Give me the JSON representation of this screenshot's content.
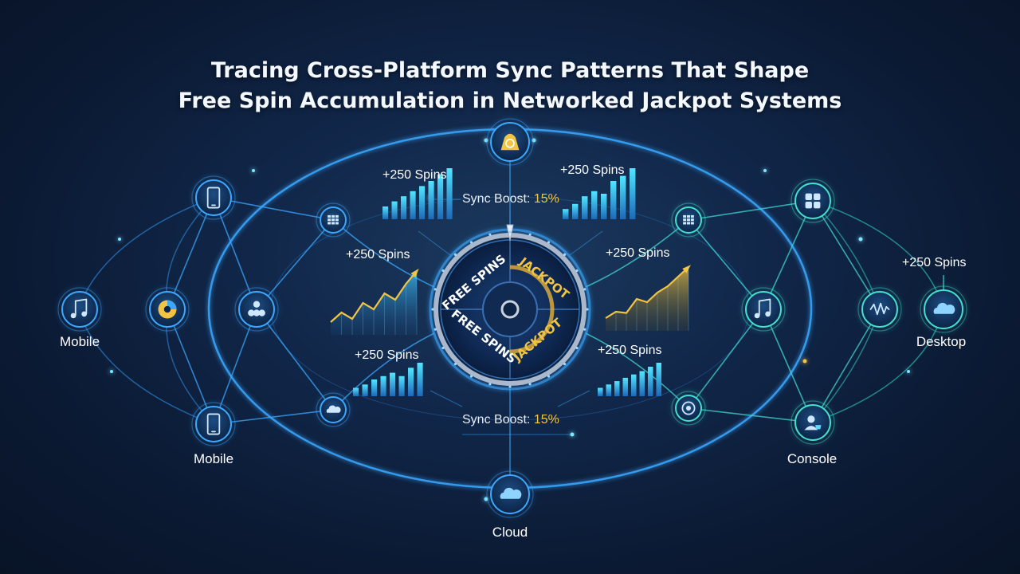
{
  "title": {
    "line1": "Tracing Cross-Platform Sync Patterns That Shape",
    "line2": "Free Spin Accumulation in Networked Jackpot Systems"
  },
  "colors": {
    "line_blue": "#3aa8ff",
    "glow_cyan": "#3fe0ff",
    "accent_gold": "#f2c443",
    "accent_teal": "#4ff0c0",
    "node_fill": "#12355e"
  },
  "nodes": {
    "left_mobile_top": {
      "icon": "smartphone-icon"
    },
    "left_mobile_mid": {
      "icon": "music-note-icon",
      "label": "Mobile"
    },
    "left_pie": {
      "icon": "pie-chart-icon"
    },
    "left_cluster": {
      "icon": "cluster-icon"
    },
    "left_mobile_bottom": {
      "icon": "smartphone-icon",
      "label": "Mobile"
    },
    "left_grid": {
      "icon": "grid-icon"
    },
    "left_cloud": {
      "icon": "cloud-icon"
    },
    "top_bell": {
      "icon": "bell-icon"
    },
    "bottom_cloud": {
      "icon": "cloud-icon",
      "label": "Cloud"
    },
    "right_grid_top": {
      "icon": "grid-icon"
    },
    "right_apps": {
      "icon": "apps-icon"
    },
    "right_music": {
      "icon": "music-note-icon"
    },
    "right_wave": {
      "icon": "waveform-icon"
    },
    "right_desktop": {
      "icon": "cloud-icon",
      "label": "Desktop"
    },
    "right_chrome": {
      "icon": "chrome-icon"
    },
    "right_console": {
      "icon": "user-icon",
      "label": "Console"
    }
  },
  "wheel": {
    "segments": [
      "FREE SPINS",
      "JACKPOT",
      "FREE SPINS",
      "JACKPOT"
    ]
  },
  "annotations": {
    "spins_top_left": "+250 Spins",
    "spins_top_right": "+250 Spins",
    "spins_mid_left": "+250 Spins",
    "spins_mid_right": "+250 Spins",
    "spins_low_left": "+250 Spins",
    "spins_low_right": "+250 Spins",
    "spins_desktop": "+250 Spins",
    "boost_top_label": "Sync Boost: ",
    "boost_top_value": "15%",
    "boost_bottom_label": "Sync Boost: ",
    "boost_bottom_value": "15%"
  },
  "mini_bars": {
    "top_left": [
      0.25,
      0.35,
      0.45,
      0.55,
      0.65,
      0.75,
      0.88,
      1.0
    ],
    "top_right": [
      0.2,
      0.3,
      0.45,
      0.55,
      0.5,
      0.75,
      0.85,
      1.0
    ],
    "low_left": [
      0.25,
      0.35,
      0.5,
      0.6,
      0.7,
      0.6,
      0.85,
      1.0
    ],
    "low_right": [
      0.25,
      0.35,
      0.45,
      0.55,
      0.65,
      0.75,
      0.88,
      1.0
    ]
  },
  "area_charts": {
    "left": [
      0.2,
      0.35,
      0.25,
      0.5,
      0.4,
      0.65,
      0.55,
      0.8,
      1.0
    ],
    "right": [
      0.2,
      0.3,
      0.28,
      0.5,
      0.45,
      0.6,
      0.7,
      0.85,
      1.0
    ]
  }
}
